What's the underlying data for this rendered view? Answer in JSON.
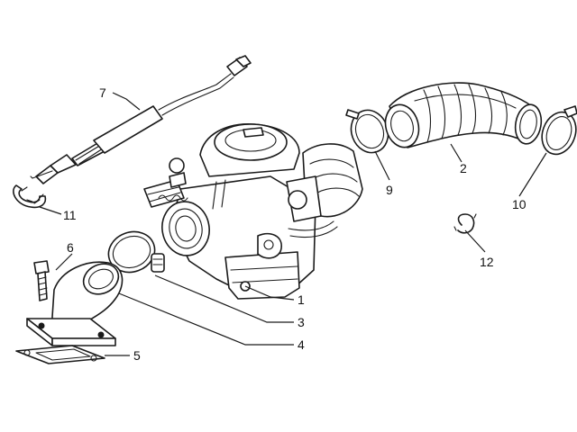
{
  "callouts": [
    {
      "id": "1",
      "text": "1"
    },
    {
      "id": "2",
      "text": "2"
    },
    {
      "id": "3",
      "text": "3"
    },
    {
      "id": "4",
      "text": "4"
    },
    {
      "id": "5",
      "text": "5"
    },
    {
      "id": "6",
      "text": "6"
    },
    {
      "id": "7",
      "text": "7"
    },
    {
      "id": "9",
      "text": "9"
    },
    {
      "id": "10",
      "text": "10"
    },
    {
      "id": "11",
      "text": "11"
    },
    {
      "id": "12",
      "text": "12"
    }
  ]
}
